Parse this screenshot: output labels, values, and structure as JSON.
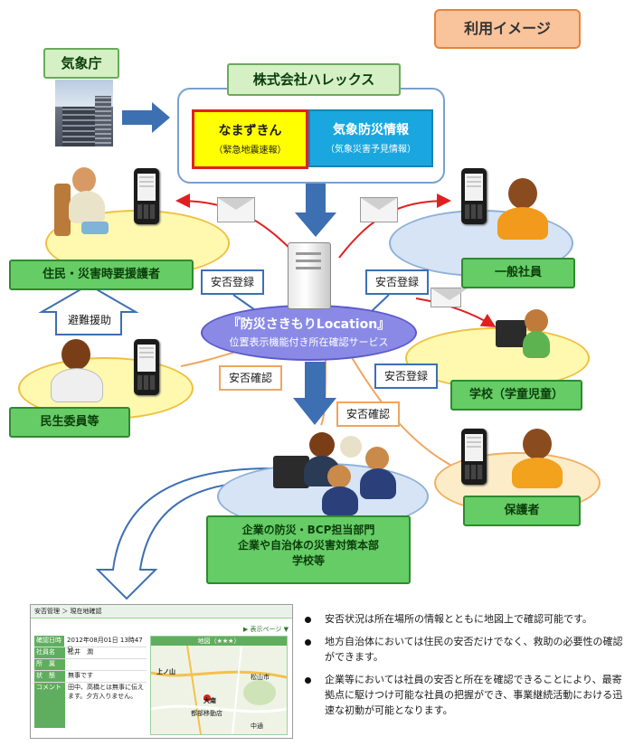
{
  "title_badge": "利用イメージ",
  "jma_label": "気象庁",
  "company": {
    "name": "株式会社ハレックス",
    "namazu_title": "なまずきん",
    "namazu_sub": "（緊急地震速報）",
    "weather_title": "気象防災情報",
    "weather_sub": "（気象災害予見情報）"
  },
  "service": {
    "title": "『防災さきもりLocation』",
    "subtitle": "位置表示機能付き所在確認サービス"
  },
  "groups": {
    "residents": "住民・災害時要援護者",
    "general_staff": "一般社員",
    "welfare": "民生委員等",
    "school": "学校（学童児童）",
    "guardian": "保護者",
    "hq_line1": "企業の防災・BCP担当部門",
    "hq_line2": "企業や自治体の災害対策本部",
    "hq_line3": "学校等"
  },
  "labels": {
    "safety_register_left": "安否登録",
    "safety_register_right": "安否登録",
    "safety_register_school": "安否登録",
    "safety_confirm_left": "安否確認",
    "safety_confirm_center": "安否確認",
    "evacuation_support": "避難援助"
  },
  "screenshot": {
    "breadcrumb": "安否管理 ＞ 現在地確認",
    "link": "▶ 表示ページ ▼",
    "rows": [
      {
        "label": "確認日時",
        "value": "2012年08月01日 13時47分"
      },
      {
        "label": "社員名",
        "value": "松井　潤"
      },
      {
        "label": "所　属",
        "value": ""
      },
      {
        "label": "状　態",
        "value": "無事です"
      },
      {
        "label": "コメント",
        "value": "田中、高橋とは無事に伝え ます。夕方入りません。"
      }
    ],
    "map_header": "地図（★★★）",
    "map_labels": [
      "上ノ山",
      "大南",
      "都部移動店",
      "松山市",
      "中通"
    ]
  },
  "bullets": [
    "安否状況は所在場所の情報とともに地図上で確認可能です。",
    "地方自治体においては住民の安否だけでなく、救助の必要性の確認ができます。",
    "企業等においては社員の安否と所在を確認できることにより、最寄拠点に駆けつけ可能な社員の把握ができ、事業継続活動における迅速な初動が可能となります。"
  ],
  "colors": {
    "green_box": "#66cc66",
    "badge_bg": "#f9c39b",
    "namazu_bg": "#ffff00",
    "namazu_border": "#e02020",
    "weather_bg": "#1aa7e0",
    "service_ellipse": "#8a8ae6",
    "arrow_blue": "#3d6fb3",
    "arrow_red": "#e02020"
  }
}
